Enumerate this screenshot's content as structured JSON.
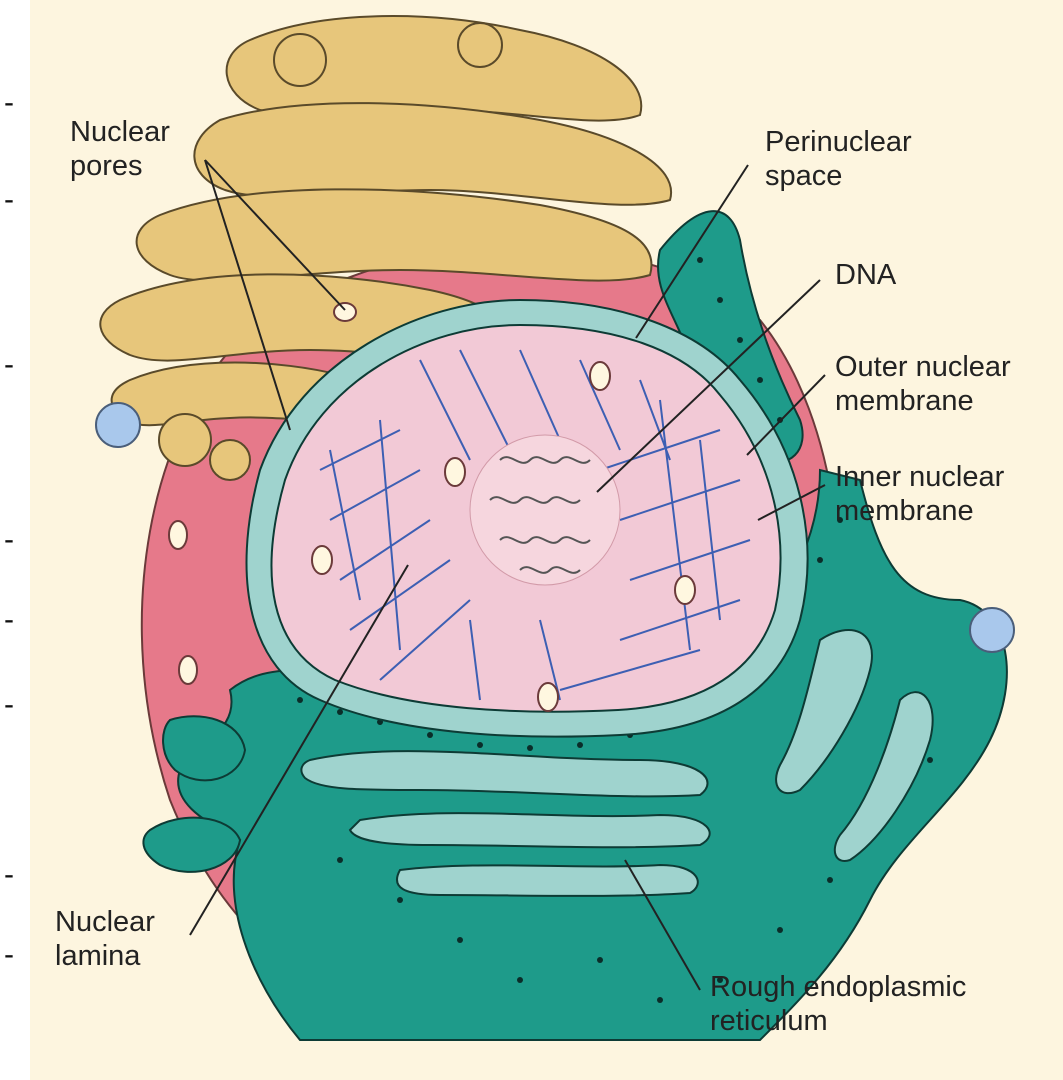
{
  "colors": {
    "background": "#fdf5df",
    "golgi": "#e7c67b",
    "cytoplasm_nucleus_zone": "#e6798a",
    "nucleoplasm": "#f2c9d6",
    "nuclear_envelope": "#9fd3ce",
    "rough_er": "#1e9b8a",
    "dna": "#3d5fb3",
    "vesicle": "#a9c8ec"
  },
  "labels": {
    "nuclear_pores": "Nuclear\npores",
    "perinuclear_space": "Perinuclear\nspace",
    "dna": "DNA",
    "outer_nuclear_membrane": "Outer nuclear\nmembrane",
    "inner_nuclear_membrane": "Inner nuclear\nmembrane",
    "nuclear_lamina": "Nuclear\nlamina",
    "rough_er": "Rough endoplasmic\nreticulum"
  },
  "icons": [
    "nuclear-pore-icon",
    "vesicle-icon",
    "ribosome-dot-icon"
  ]
}
